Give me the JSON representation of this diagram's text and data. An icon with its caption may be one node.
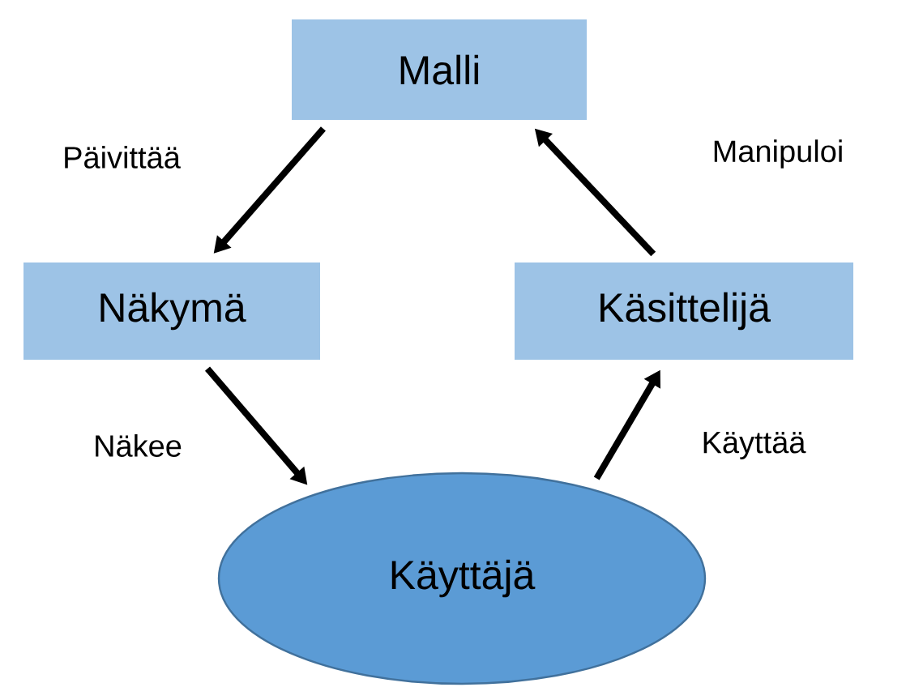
{
  "diagram": {
    "nodes": [
      {
        "text": [
          "Malli"
        ]
      },
      {
        "text": [
          "Näkymä"
        ]
      },
      {
        "text": [
          "Käsittelijä"
        ]
      },
      {
        "text": [
          "Käyttäjä"
        ]
      }
    ],
    "edges": [
      {
        "from": 0,
        "to": 1,
        "arrow": "to",
        "label": "Päivittää"
      },
      {
        "from": 1,
        "to": 3,
        "arrow": "to",
        "label": "Näkee"
      },
      {
        "from": 3,
        "to": 2,
        "arrow": "to",
        "label": "Käyttää"
      },
      {
        "from": 2,
        "to": 0,
        "arrow": "to",
        "label": "Manipuloi"
      }
    ]
  }
}
